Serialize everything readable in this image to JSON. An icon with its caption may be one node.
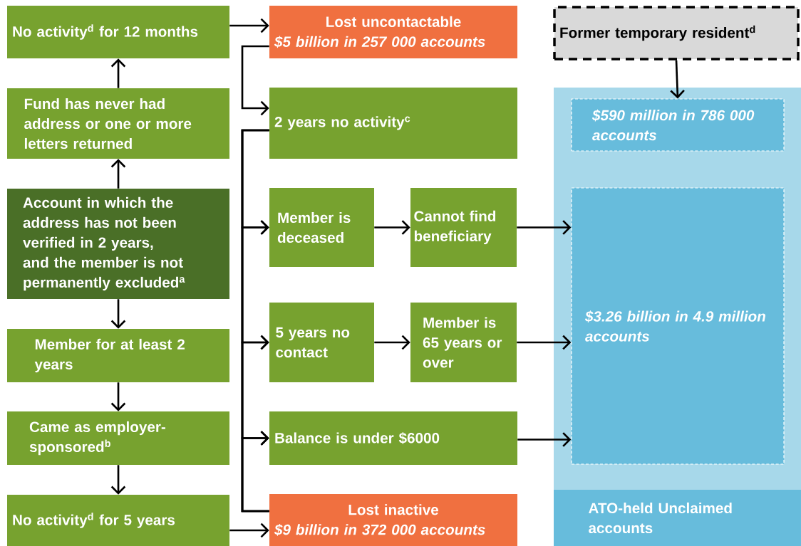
{
  "diagram": {
    "nodes": [
      {
        "text": [
          "No activity$^{d}$ for 12 months"
        ]
      },
      {
        "text": [
          "Lost uncontactable",
          "$5 billion in 257 000 accounts"
        ]
      },
      {
        "text": [
          "Former temporary resident$^{d}$"
        ]
      },
      {
        "text": [
          "Fund has never had address or one or more letters returned"
        ]
      },
      {
        "text": [
          "2 years no activity$^{c}$"
        ]
      },
      {
        "text": [
          "ATO-held Unclaimed accounts"
        ]
      },
      {
        "text": [
          "$590 million in 786 000 accounts"
        ],
        "in": 5
      },
      {
        "text": [
          "Account in which the address has not been verified in 2 years, and the member is not permanently excluded$^{a}$"
        ]
      },
      {
        "text": [
          "Member is deceased"
        ]
      },
      {
        "text": [
          "Cannot find beneficiary"
        ]
      },
      {
        "text": [
          "$3.26 billion in 4.9 million accounts"
        ],
        "in": 5
      },
      {
        "text": [
          "Member for at least 2 years"
        ]
      },
      {
        "text": [
          "5 years no contact"
        ]
      },
      {
        "text": [
          "Member is 65 years or over"
        ]
      },
      {
        "text": [
          "Came as employer-sponsored$^{b}$"
        ]
      },
      {
        "text": [
          "Balance is under $6000"
        ]
      },
      {
        "text": [
          "No activity$^{d}$ for 5 years"
        ]
      },
      {
        "text": [
          "Lost inactive",
          "$9 billion in 372 000 accounts"
        ]
      }
    ],
    "edges": [
      {
        "from": 0,
        "to": 1,
        "arrow": "to"
      },
      {
        "from": 1,
        "to": 4,
        "arrow": "to"
      },
      {
        "from": 4,
        "to": 8,
        "arrow": "to"
      },
      {
        "from": 4,
        "to": 12,
        "arrow": "to"
      },
      {
        "from": 4,
        "to": 15,
        "arrow": "to"
      },
      {
        "from": 17,
        "to": 8,
        "arrow": "to"
      },
      {
        "from": 17,
        "to": 12,
        "arrow": "to"
      },
      {
        "from": 17,
        "to": 15,
        "arrow": "to"
      },
      {
        "from": 7,
        "to": 3,
        "arrow": "to"
      },
      {
        "from": 3,
        "to": 0,
        "arrow": "to"
      },
      {
        "from": 7,
        "to": 11,
        "arrow": "to"
      },
      {
        "from": 11,
        "to": 14,
        "arrow": "to"
      },
      {
        "from": 14,
        "to": 16,
        "arrow": "to"
      },
      {
        "from": 16,
        "to": 17,
        "arrow": "to"
      },
      {
        "from": 8,
        "to": 9,
        "arrow": "to"
      },
      {
        "from": 12,
        "to": 13,
        "arrow": "to"
      },
      {
        "from": 9,
        "to": 10,
        "arrow": "to"
      },
      {
        "from": 13,
        "to": 10,
        "arrow": "to"
      },
      {
        "from": 15,
        "to": 10,
        "arrow": "to"
      },
      {
        "from": 2,
        "to": 6,
        "arrow": "to"
      }
    ]
  }
}
